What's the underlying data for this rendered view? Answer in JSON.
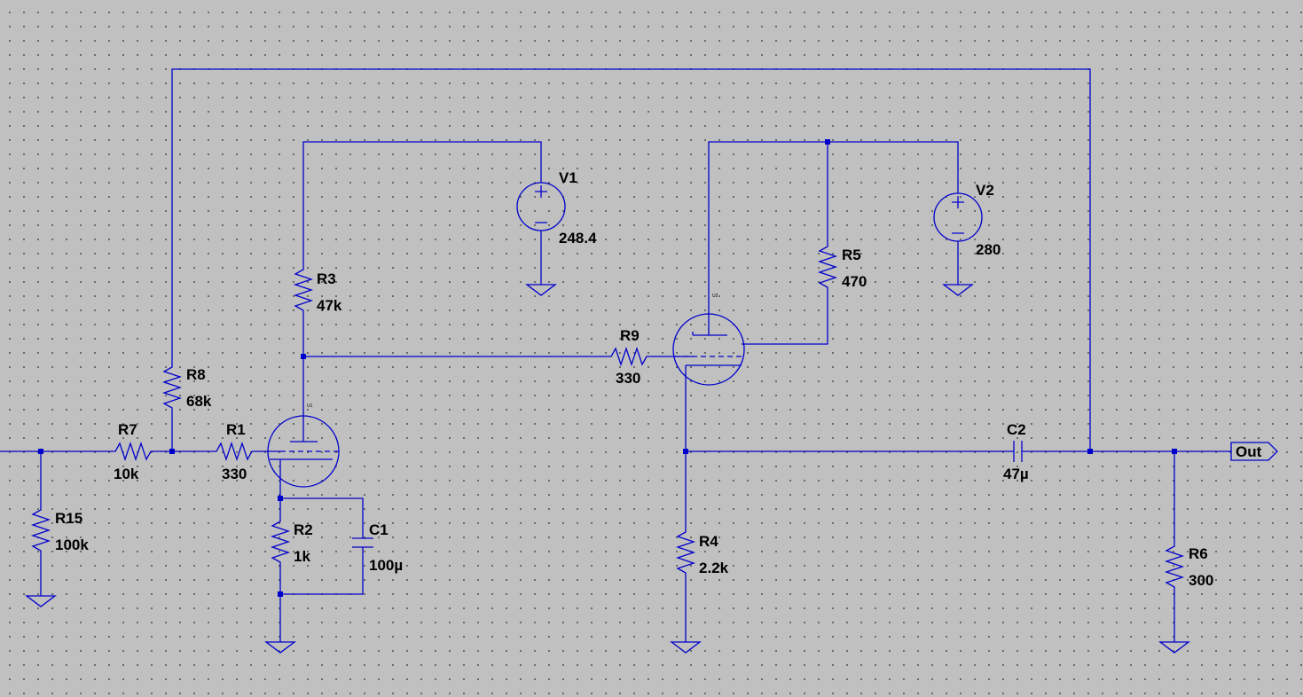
{
  "components": {
    "R15": {
      "name": "R15",
      "value": "100k"
    },
    "R7": {
      "name": "R7",
      "value": "10k"
    },
    "R8": {
      "name": "R8",
      "value": "68k"
    },
    "R1": {
      "name": "R1",
      "value": "330"
    },
    "R3": {
      "name": "R3",
      "value": "47k"
    },
    "R2": {
      "name": "R2",
      "value": "1k"
    },
    "C1": {
      "name": "C1",
      "value": "100µ"
    },
    "V1": {
      "name": "V1",
      "value": "248.4"
    },
    "R9": {
      "name": "R9",
      "value": "330"
    },
    "R5": {
      "name": "R5",
      "value": "470"
    },
    "V2": {
      "name": "V2",
      "value": "280"
    },
    "R4": {
      "name": "R4",
      "value": "2.2k"
    },
    "C2": {
      "name": "C2",
      "value": "47µ"
    },
    "R6": {
      "name": "R6",
      "value": "300"
    },
    "U1": {
      "name": "U1"
    },
    "U2": {
      "name": "U2"
    }
  },
  "output_port": {
    "label": "Out"
  },
  "colors": {
    "wire": "#0000cc",
    "background": "#c0c0c0",
    "junction": "#0000cc",
    "text": "#000000"
  }
}
